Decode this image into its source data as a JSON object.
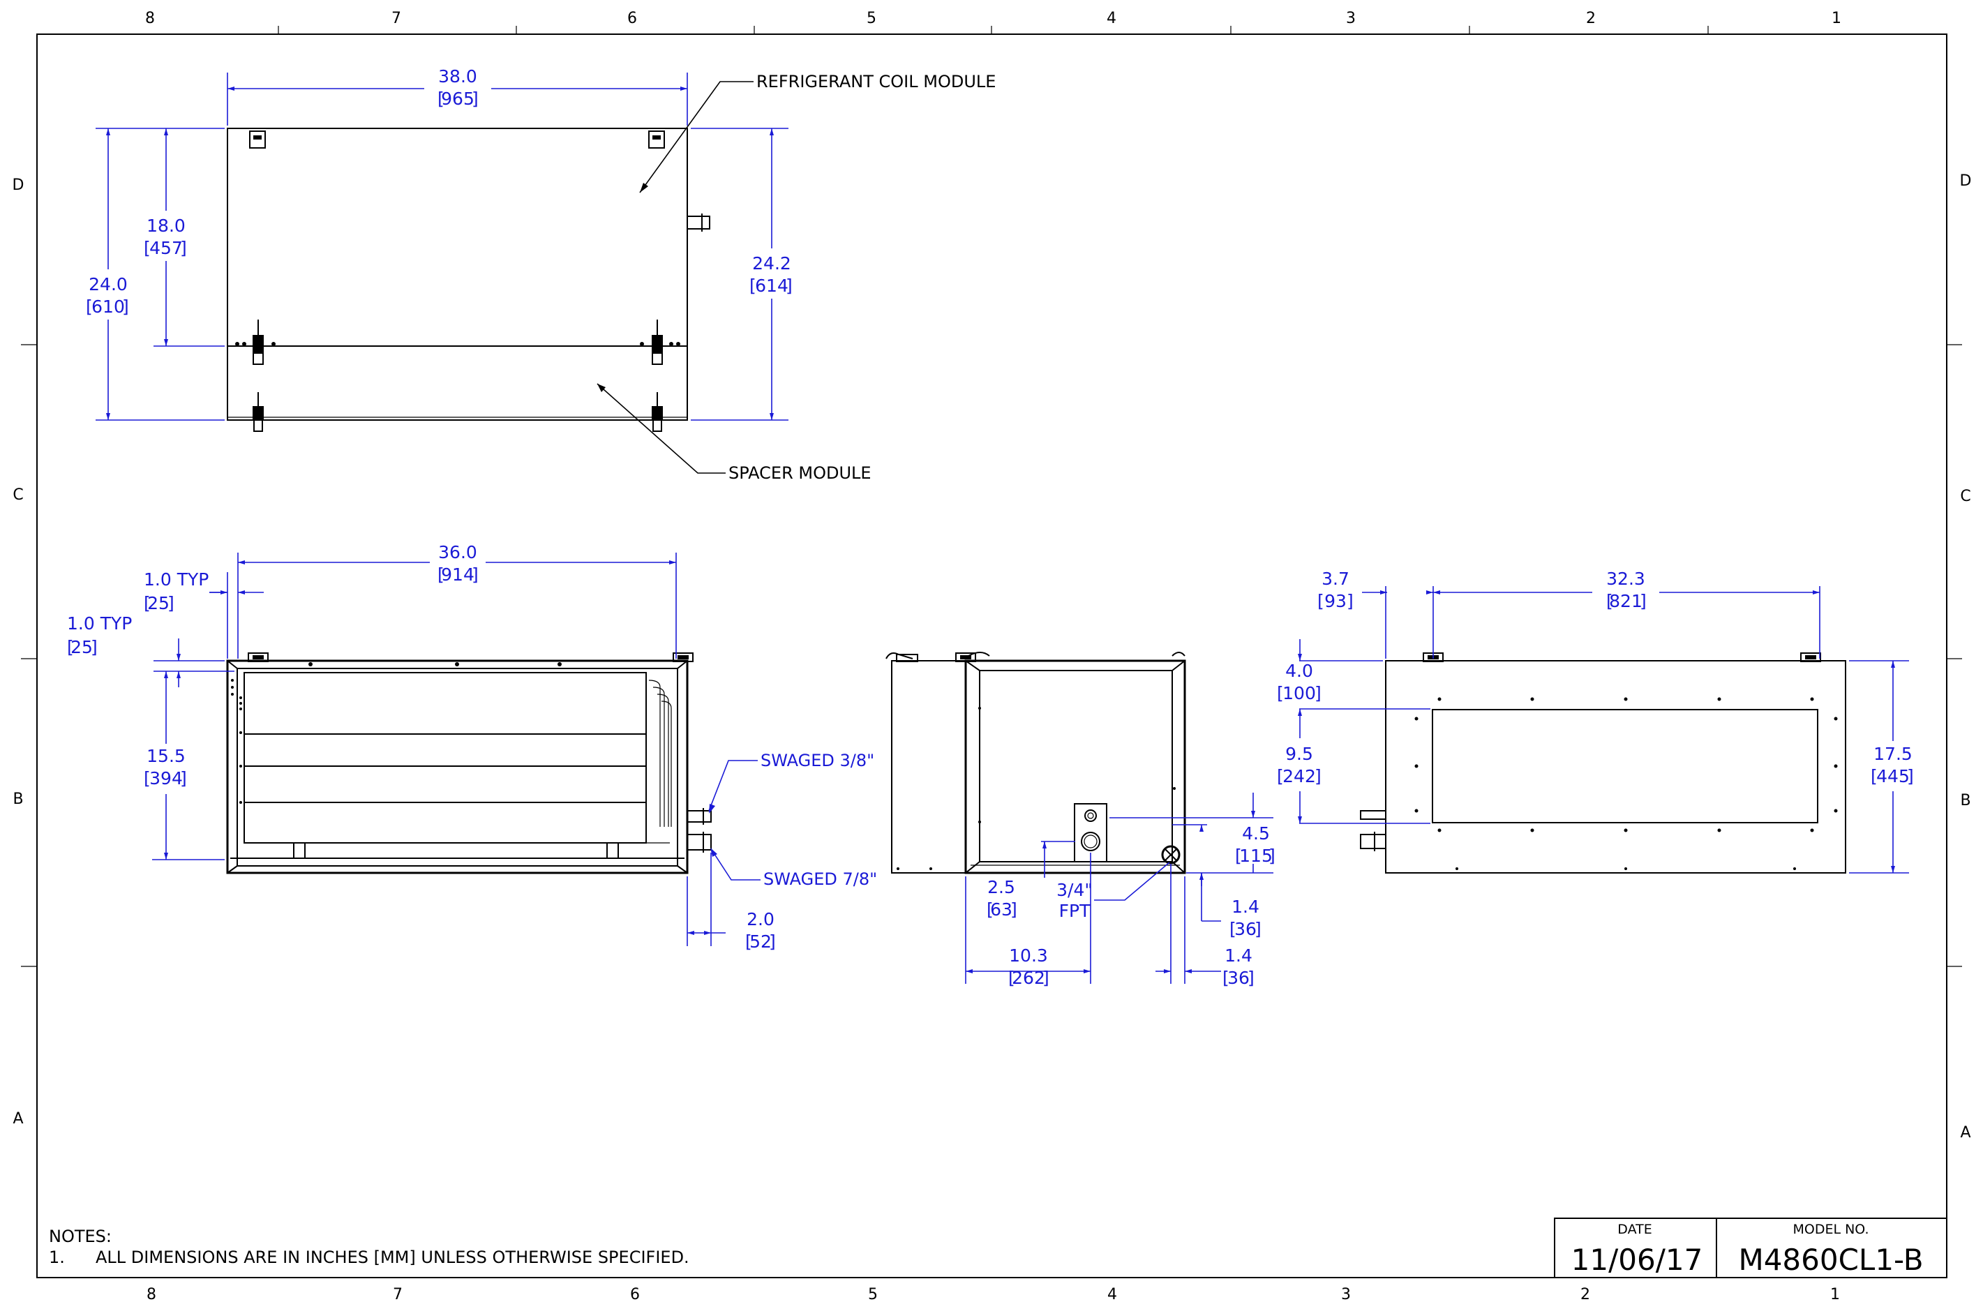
{
  "border": {
    "zones_top": [
      "8",
      "7",
      "6",
      "5",
      "4",
      "3",
      "2",
      "1"
    ],
    "zones_bottom": [
      "8",
      "7",
      "6",
      "5",
      "4",
      "3",
      "2",
      "1"
    ],
    "zones_left": [
      "D",
      "C",
      "B",
      "A"
    ],
    "zones_right": [
      "D",
      "C",
      "B",
      "A"
    ]
  },
  "top_view": {
    "width": {
      "in": "38.0",
      "mm": "965"
    },
    "height_total": {
      "in": "24.0",
      "mm": "610"
    },
    "height_coil": {
      "in": "18.0",
      "mm": "457"
    },
    "height_right": {
      "in": "24.2",
      "mm": "614"
    },
    "callout_coil": "REFRIGERANT COIL MODULE",
    "callout_spacer": "SPACER MODULE"
  },
  "front_view": {
    "width": {
      "in": "36.0",
      "mm": "914"
    },
    "offset_x": {
      "in": "1.0  TYP",
      "mm": "25"
    },
    "offset_y": {
      "in": "1.0  TYP",
      "mm": "25"
    },
    "height": {
      "in": "15.5",
      "mm": "394"
    },
    "stub": {
      "in": "2.0",
      "mm": "52"
    },
    "swaged_small": "SWAGED 3/8\"",
    "swaged_large": "SWAGED 7/8\""
  },
  "side_view": {
    "drain_h": {
      "in": "4.5",
      "mm": "115"
    },
    "drain_x": {
      "in": "2.5",
      "mm": "63"
    },
    "drain_label": [
      "3/4\"",
      "FPT"
    ],
    "pos_x": {
      "in": "10.3",
      "mm": "262"
    },
    "rt_a": {
      "in": "1.4",
      "mm": "36"
    },
    "rt_b": {
      "in": "1.4",
      "mm": "36"
    }
  },
  "rear_view": {
    "left": {
      "in": "3.7",
      "mm": "93"
    },
    "width": {
      "in": "32.3",
      "mm": "821"
    },
    "top": {
      "in": "4.0",
      "mm": "100"
    },
    "opening": {
      "in": "9.5",
      "mm": "242"
    },
    "height": {
      "in": "17.5",
      "mm": "445"
    }
  },
  "notes": {
    "title": "NOTES:",
    "item_num": "1.",
    "item_text": "ALL DIMENSIONS ARE IN INCHES [MM] UNLESS OTHERWISE SPECIFIED."
  },
  "title_block": {
    "date_label": "DATE",
    "date_value": "11/06/17",
    "model_label": "MODEL NO.",
    "model_value": "M4860CL1-B"
  },
  "colors": {
    "dimension": "#1a1ad6",
    "ink": "#000000",
    "paper": "#ffffff"
  }
}
